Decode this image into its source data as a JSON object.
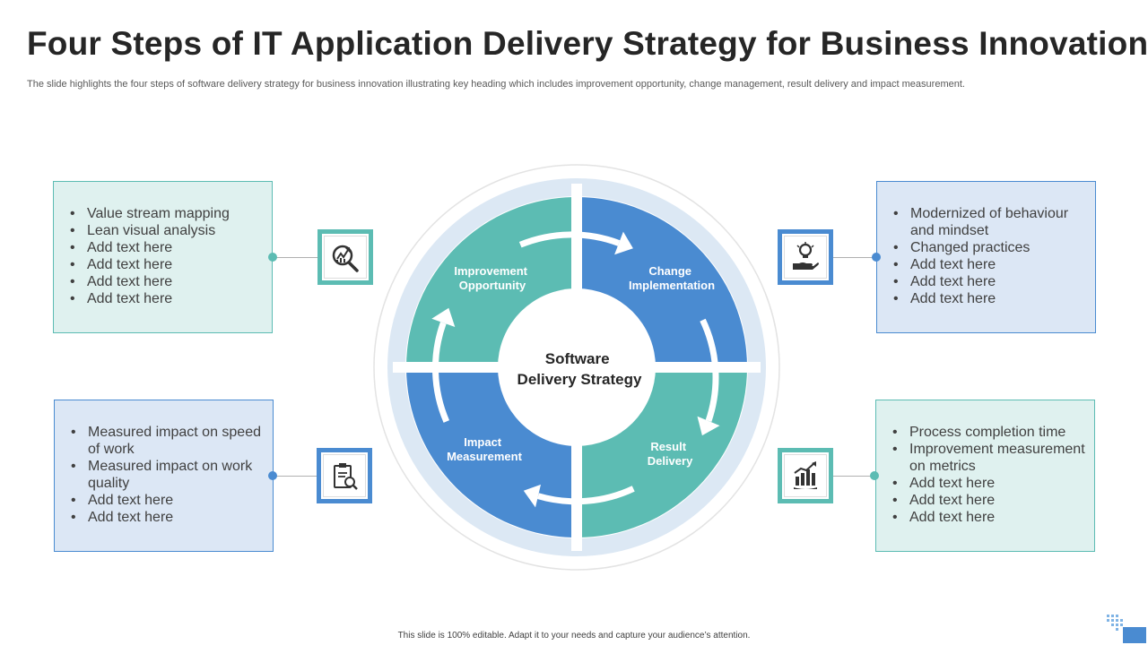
{
  "title": "Four Steps of IT Application Delivery Strategy for Business Innovation",
  "subtitle": "The slide highlights the four steps of software delivery strategy for business innovation illustrating key heading which includes improvement opportunity, change management, result delivery and impact measurement.",
  "center_label": [
    "Software",
    "Delivery Strategy"
  ],
  "segments": [
    {
      "label_lines": [
        "Improvement",
        "Opportunity"
      ],
      "color": "#5cbcb3"
    },
    {
      "label_lines": [
        "Change",
        "Implementation"
      ],
      "color": "#4a8bd1"
    },
    {
      "label_lines": [
        "Result",
        "Delivery"
      ],
      "color": "#5cbcb3"
    },
    {
      "label_lines": [
        "Impact",
        "Measurement"
      ],
      "color": "#4a8bd1"
    }
  ],
  "boxes": {
    "top_left": {
      "items": [
        "Value stream mapping",
        "Lean visual analysis",
        "Add text here",
        "Add text here",
        "Add text here",
        "Add text here"
      ],
      "icon": "magnifier-chart-icon"
    },
    "top_right": {
      "items": [
        "Modernized of behaviour and mindset",
        "Changed practices",
        "Add text here",
        "Add text here",
        "Add text here"
      ],
      "icon": "lightbulb-hand-icon"
    },
    "bottom_left": {
      "items": [
        "Measured impact on speed of work",
        "Measured impact on work quality",
        "Add text here",
        "Add text here"
      ],
      "icon": "report-search-icon"
    },
    "bottom_right": {
      "items": [
        "Process completion time",
        "Improvement measurement on metrics",
        "Add text here",
        "Add text here",
        "Add text here"
      ],
      "icon": "growth-chart-gear-icon"
    }
  },
  "footer": "This slide is 100% editable. Adapt it to your needs and capture your audience’s attention.",
  "colors": {
    "teal": "#5cbcb3",
    "blue": "#4a8bd1",
    "teal_light": "#dff1ef",
    "blue_light": "#dce7f5"
  }
}
